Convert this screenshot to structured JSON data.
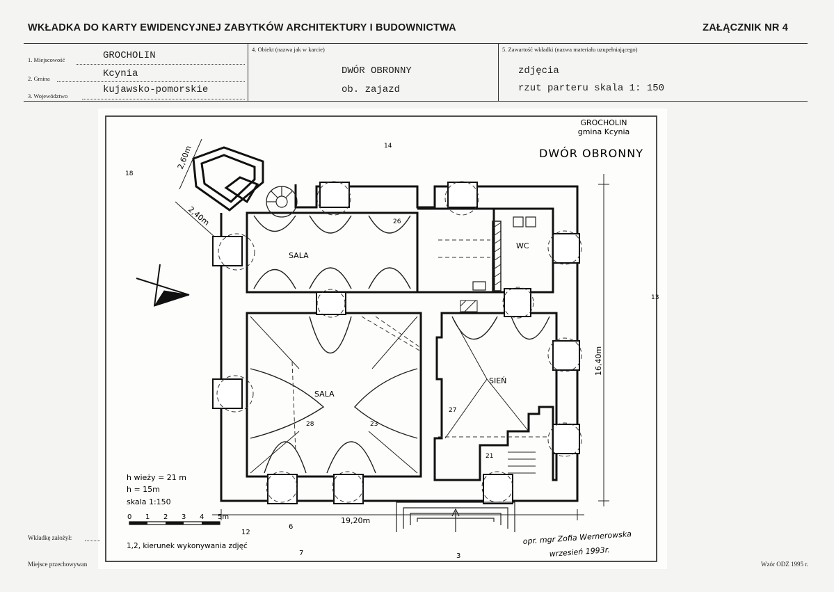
{
  "header": {
    "title": "WKŁADKA DO KARTY EWIDENCYJNEJ ZABYTKÓW ARCHITEKTURY I BUDOWNICTWA",
    "attachment": "ZAŁĄCZNIK NR 4"
  },
  "fields": {
    "miejscowosc": {
      "label": "1. Miejscowość",
      "value": "GROCHOLIN"
    },
    "gmina": {
      "label": "2. Gmina",
      "value": "Kcynia"
    },
    "wojewodztwo": {
      "label": "3. Województwo",
      "value": "kujawsko-pomorskie"
    },
    "obiekt": {
      "label": "4. Obiekt  (nazwa jak w karcie)",
      "value1": "DWÓR OBRONNY",
      "value2": "ob. zajazd"
    },
    "zawartosc": {
      "label": "5. Zawartość wkładki  (nazwa materiału uzupełniającego)",
      "value1": "zdjęcia",
      "value2": "rzut parteru skala 1: 150"
    }
  },
  "plan": {
    "place": "GROCHOLIN",
    "commune": "gmina Kcynia",
    "title": "DWÓR OBRONNY",
    "rooms": {
      "sala_top": "SALA",
      "sala_main": "SALA",
      "sien": "SIEŃ",
      "wc": "WC"
    },
    "dims": {
      "tower_a": "2,60m",
      "tower_b": "2,40m",
      "height_right": "16,40m",
      "width_bottom": "19,20m"
    },
    "legend": {
      "tower_height": "h wieży = 21 m",
      "height": "h = 15m",
      "scale": "skala 1:150",
      "scale_ticks": [
        "0",
        "1",
        "2",
        "3",
        "4",
        "5m"
      ],
      "photo_dir": "1,2,  kierunek  wykonywania  zdjęć"
    },
    "photo_marks": [
      "14",
      "18",
      "26",
      "13",
      "28",
      "23",
      "27",
      "21",
      "12",
      "6",
      "7",
      "3"
    ],
    "author": "opr. mgr Zofia Wernerowska",
    "date": "wrzesień 1993r."
  },
  "footer": {
    "founded": "Wkładkę założył:",
    "stored": "Miejsce przechowywan",
    "model": "Wzór ODZ 1995 r."
  }
}
